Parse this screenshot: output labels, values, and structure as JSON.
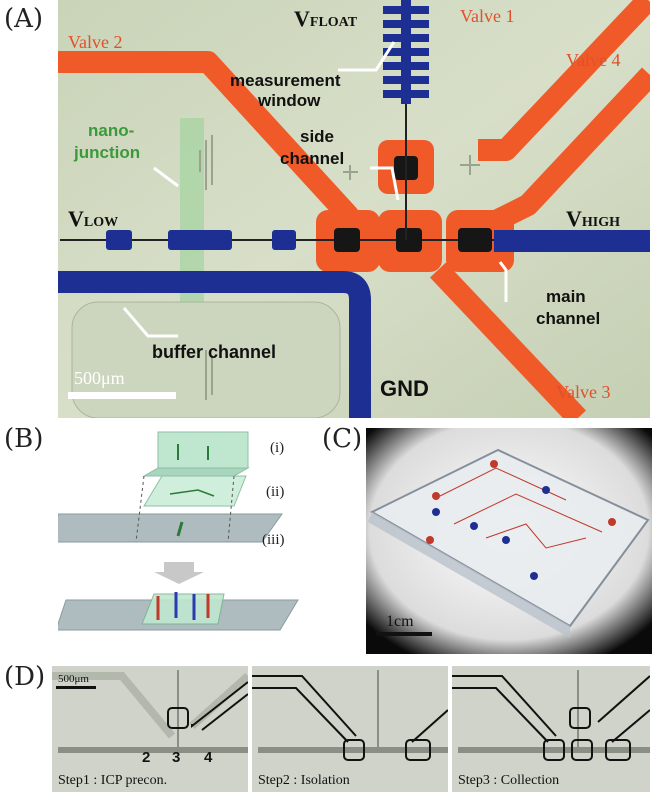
{
  "panels": {
    "A": "(A)",
    "B": "(B)",
    "C": "(C)",
    "D": "(D)"
  },
  "panel_a": {
    "valve1": "Valve 1",
    "valve2": "Valve 2",
    "valve3": "Valve 3",
    "valve4": "Valve 4",
    "vfloat_main": "V",
    "vfloat_sub": "FLOAT",
    "vlow_main": "V",
    "vlow_sub": "LOW",
    "vhigh_main": "V",
    "vhigh_sub": "HIGH",
    "measurement_window_1": "measurement",
    "measurement_window_2": "window",
    "nano_junction_1": "nano-",
    "nano_junction_2": "junction",
    "side_channel_1": "side",
    "side_channel_2": "channel",
    "main_channel_1": "main",
    "main_channel_2": "channel",
    "buffer_channel": "buffer channel",
    "gnd": "GND",
    "scalebar": "500μm"
  },
  "panel_b": {
    "layer_i": "(i)",
    "layer_ii": "(ii)",
    "layer_iii": "(iii)"
  },
  "panel_c": {
    "scalebar": "1cm"
  },
  "panel_d": {
    "scalebar": "500μm",
    "num2": "2",
    "num3": "3",
    "num4": "4",
    "step1": "Step1 : ICP precon.",
    "step2": "Step2 : Isolation",
    "step3": "Step3 : Collection"
  },
  "colors": {
    "valve": "#f04e23",
    "channel": "#1a2a8c",
    "junction": "#9fd8a0",
    "background_a": "#cdd7bc"
  }
}
